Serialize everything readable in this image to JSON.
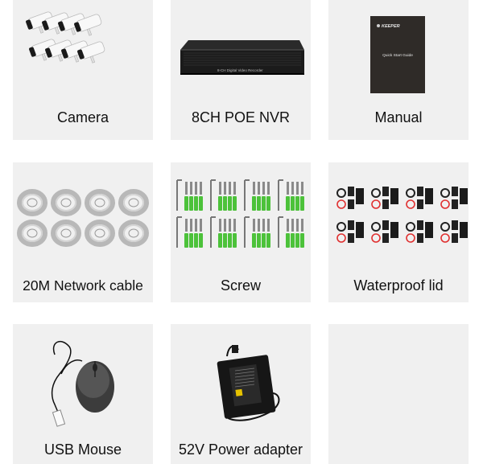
{
  "items": [
    {
      "label": "Camera",
      "icon": "camera-icon"
    },
    {
      "label": "8CH POE NVR",
      "icon": "nvr-icon",
      "device_text": "8-CH Digital Video Recorder"
    },
    {
      "label": "Manual",
      "icon": "manual-icon",
      "brand": "KEEPER",
      "cover_text": "Quick Start Guide"
    },
    {
      "label": "20M Network cable",
      "icon": "cable-icon"
    },
    {
      "label": "Screw",
      "icon": "screw-icon"
    },
    {
      "label": "Waterproof lid",
      "icon": "waterproof-lid-icon"
    },
    {
      "label": "USB Mouse",
      "icon": "mouse-icon"
    },
    {
      "label": "52V Power adapter",
      "icon": "power-adapter-icon"
    },
    {
      "label": "",
      "icon": ""
    }
  ],
  "colors": {
    "tile_bg": "#f0f0f0",
    "screw_green": "#4cc23a",
    "lid_red": "#e03030",
    "device_dark": "#1b1b1b"
  }
}
